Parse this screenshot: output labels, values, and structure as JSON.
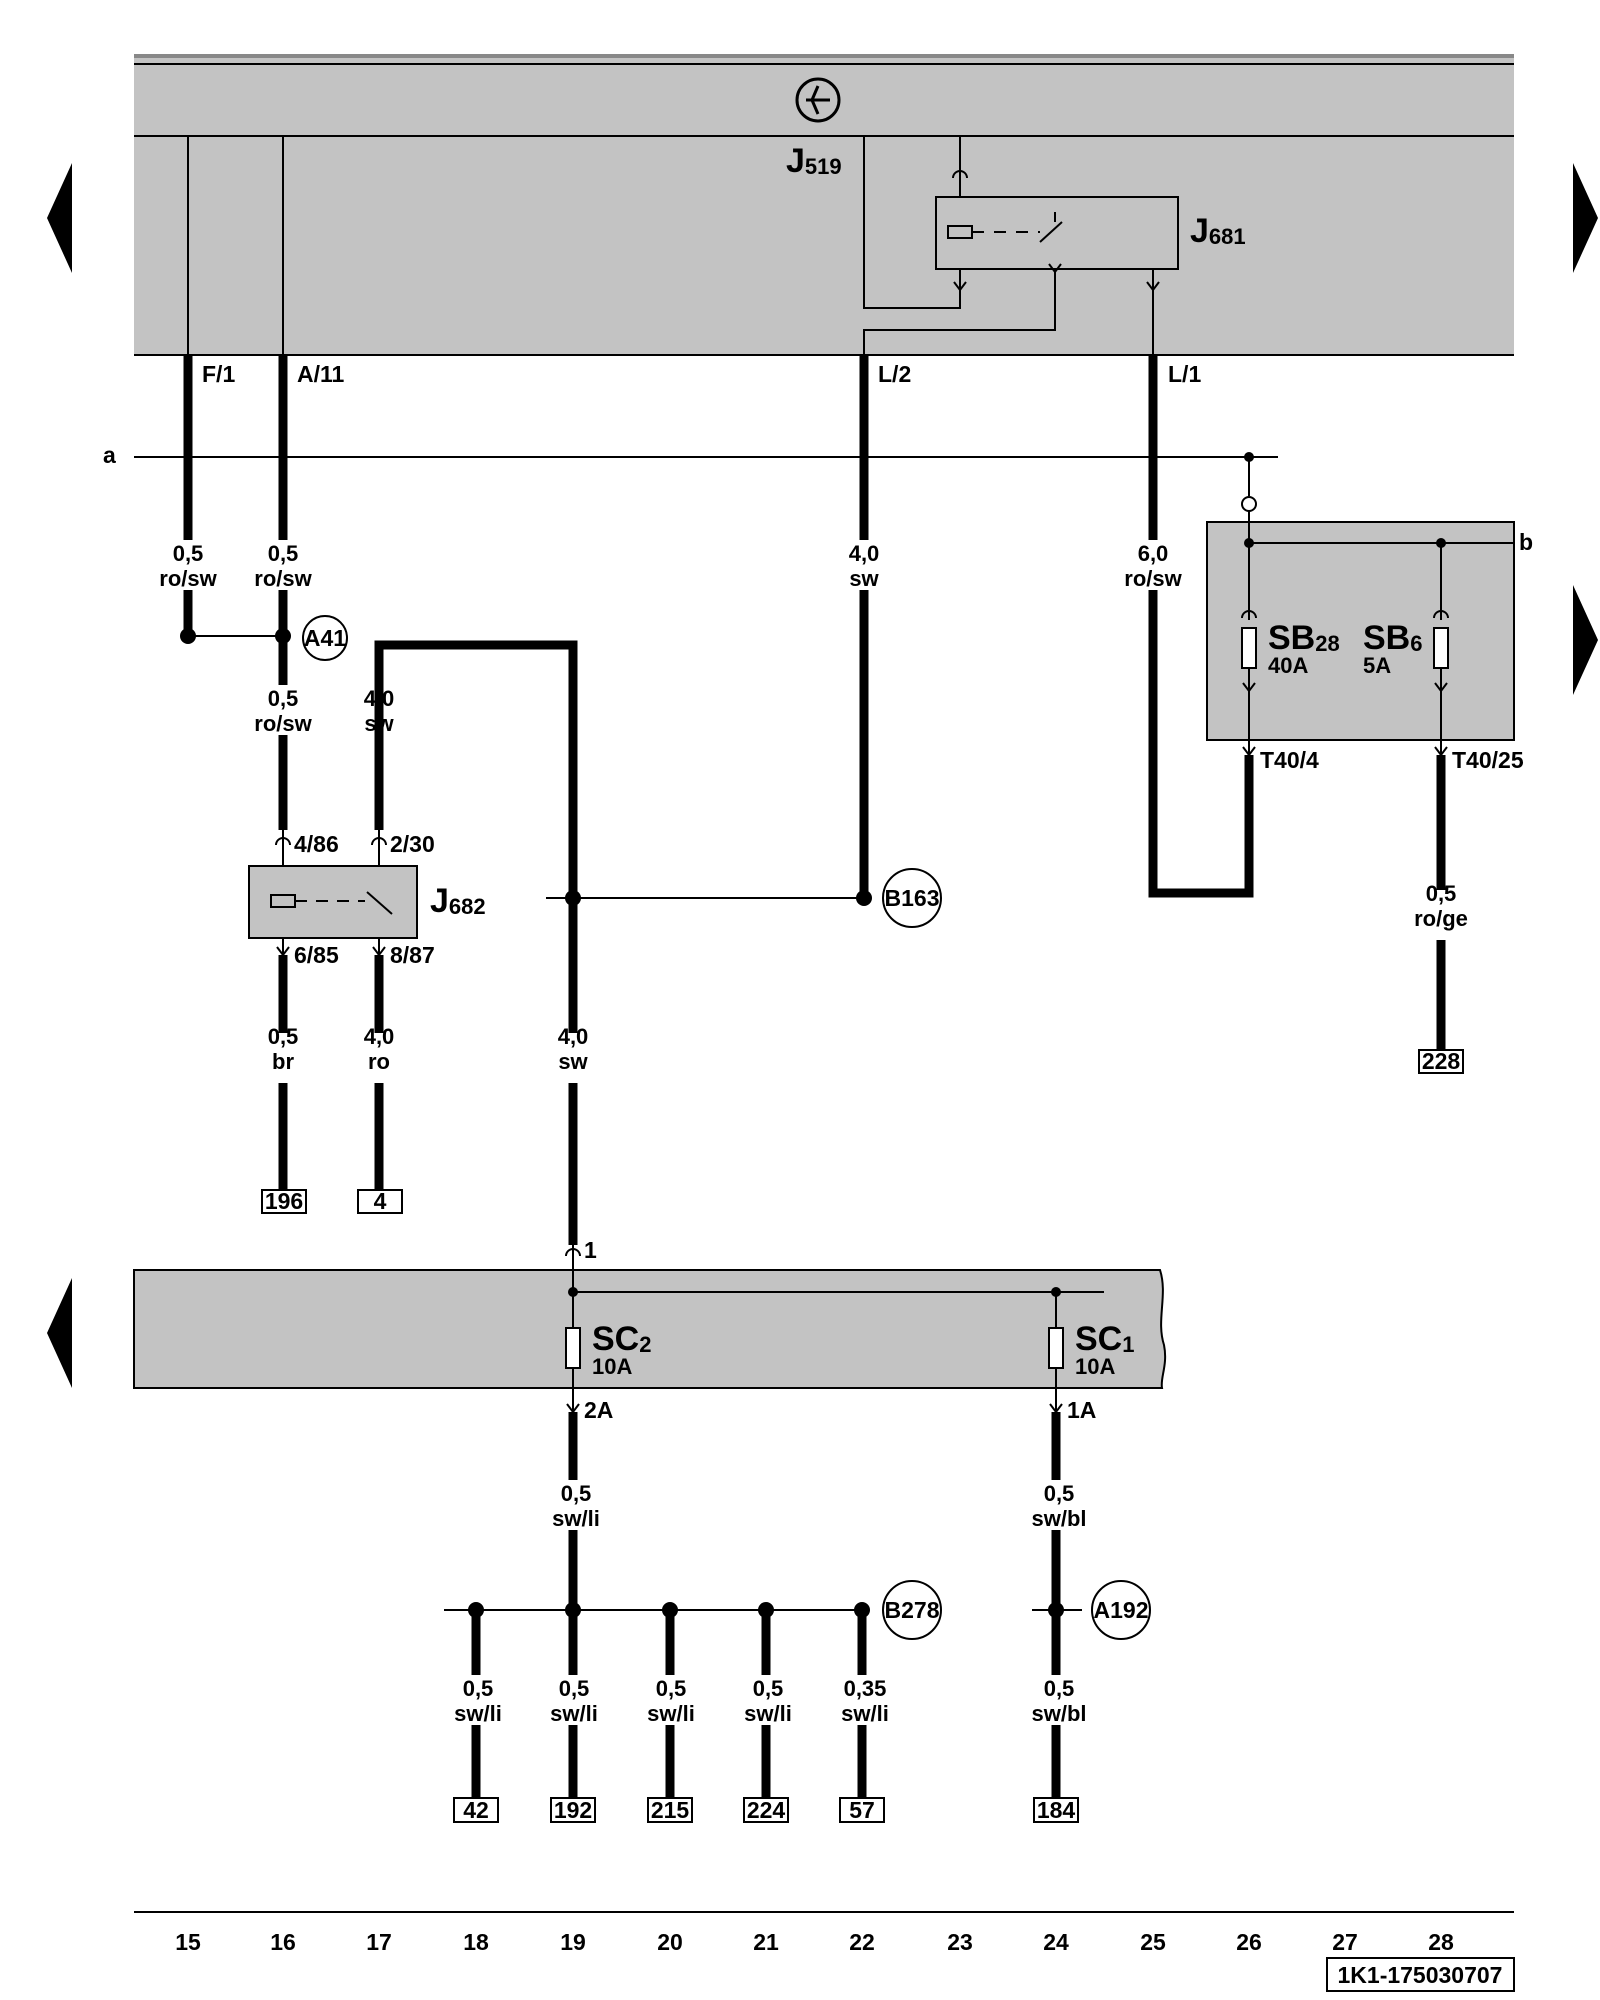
{
  "diagram": {
    "components": {
      "J519": {
        "main": "J",
        "sub": "519"
      },
      "J681": {
        "main": "J",
        "sub": "681"
      },
      "J682": {
        "main": "J",
        "sub": "682"
      },
      "SB28": {
        "main": "SB",
        "sub": "28",
        "rating": "40A"
      },
      "SB6": {
        "main": "SB",
        "sub": "6",
        "rating": "5A"
      },
      "SC2": {
        "main": "SC",
        "sub": "2",
        "rating": "10A"
      },
      "SC1": {
        "main": "SC",
        "sub": "1",
        "rating": "10A"
      }
    },
    "pins": {
      "F1": "F/1",
      "A11": "A/11",
      "L2": "L/2",
      "L1": "L/1",
      "p486": "4/86",
      "p230": "2/30",
      "p685": "6/85",
      "p887": "8/87",
      "T40_4": "T40/4",
      "T40_25": "T40/25",
      "p1": "1",
      "p2A": "2A",
      "p1A": "1A"
    },
    "line_labels": {
      "a": "a",
      "b": "b"
    },
    "connectors": {
      "A41": "A41",
      "B163": "B163",
      "B278": "B278",
      "A192": "A192"
    },
    "wires": [
      {
        "size": "0,5",
        "color": "ro/sw"
      },
      {
        "size": "0,5",
        "color": "ro/sw"
      },
      {
        "size": "4,0",
        "color": "sw"
      },
      {
        "size": "6,0",
        "color": "ro/sw"
      },
      {
        "size": "0,5",
        "color": "ro/sw"
      },
      {
        "size": "4,0",
        "color": "sw"
      },
      {
        "size": "0,5",
        "color": "br"
      },
      {
        "size": "4,0",
        "color": "ro"
      },
      {
        "size": "4,0",
        "color": "sw"
      },
      {
        "size": "0,5",
        "color": "ro/ge"
      },
      {
        "size": "0,5",
        "color": "sw/li"
      },
      {
        "size": "0,5",
        "color": "sw/bl"
      },
      {
        "size": "0,5",
        "color": "sw/li"
      },
      {
        "size": "0,5",
        "color": "sw/li"
      },
      {
        "size": "0,5",
        "color": "sw/li"
      },
      {
        "size": "0,5",
        "color": "sw/li"
      },
      {
        "size": "0,35",
        "color": "sw/li"
      },
      {
        "size": "0,5",
        "color": "sw/bl"
      }
    ],
    "references": [
      "196",
      "4",
      "228",
      "42",
      "192",
      "215",
      "224",
      "57",
      "184"
    ],
    "position_numbers": [
      "15",
      "16",
      "17",
      "18",
      "19",
      "20",
      "21",
      "22",
      "23",
      "24",
      "25",
      "26",
      "27",
      "28"
    ],
    "drawing_number": "1K1-175030707"
  }
}
